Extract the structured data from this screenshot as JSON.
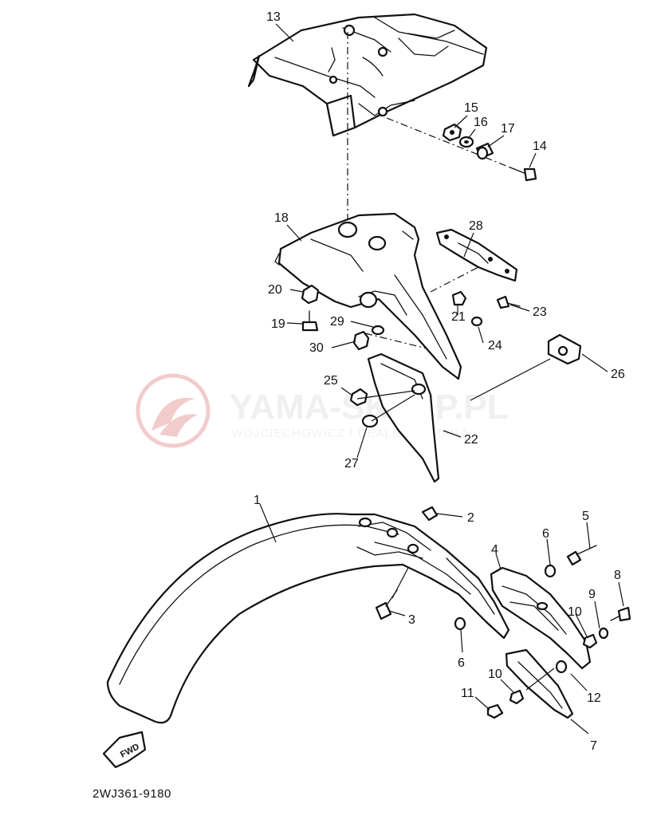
{
  "diagram_code": "2WJ361-9180",
  "fwd_label": "FWD",
  "watermark": {
    "title": "YAMA-SKLEP.PL",
    "subtitle": "WOJCIECHOWICZ I DEALER YAMAHA",
    "color": "#e8a3a6"
  },
  "callouts": {
    "c1": "1",
    "c2": "2",
    "c3": "3",
    "c4": "4",
    "c5": "5",
    "c6a": "6",
    "c6b": "6",
    "c7": "7",
    "c8": "8",
    "c9": "9",
    "c10a": "10",
    "c10b": "10",
    "c11": "11",
    "c12": "12",
    "c13": "13",
    "c14": "14",
    "c15": "15",
    "c16": "16",
    "c17": "17",
    "c18": "18",
    "c19": "19",
    "c20": "20",
    "c21": "21",
    "c22": "22",
    "c23": "23",
    "c24": "24",
    "c25": "25",
    "c26": "26",
    "c27": "27",
    "c28": "28",
    "c29": "29",
    "c30": "30"
  }
}
